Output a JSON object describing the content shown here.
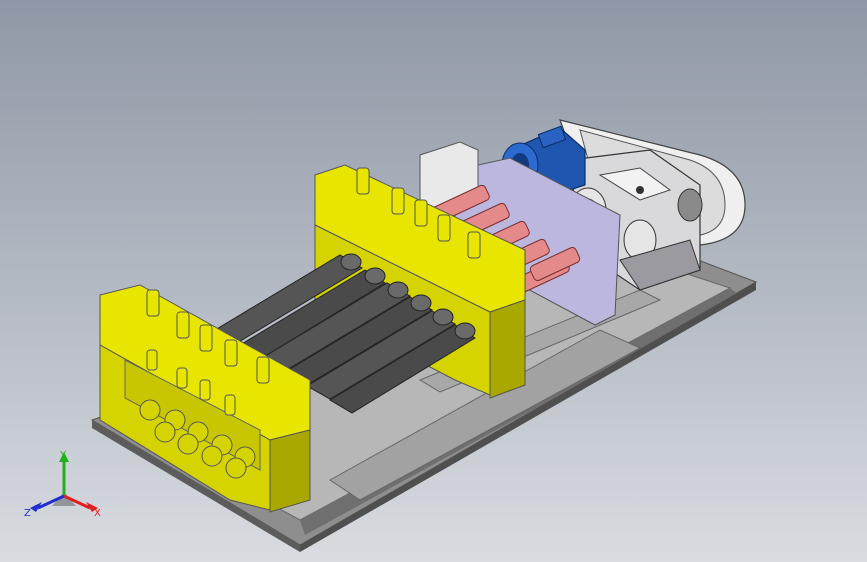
{
  "viewport": {
    "background_top": "#8f98a6",
    "background_bottom": "#d9dce1"
  },
  "model": {
    "frame_color": "#9b9b9b",
    "stand_color": "#e8e600",
    "stand_dark": "#a9a800",
    "roller_color": "#4a4a4a",
    "motor_color": "#1f57b0",
    "coupling_color": "#e58a8a",
    "gearbox_color": "#d9d9dc",
    "housing_color": "#bcb7de"
  },
  "triad": {
    "x_label": "X",
    "y_label": "Y",
    "z_label": "Z",
    "x_color": "#e02020",
    "y_color": "#20b020",
    "z_color": "#2030d0"
  }
}
